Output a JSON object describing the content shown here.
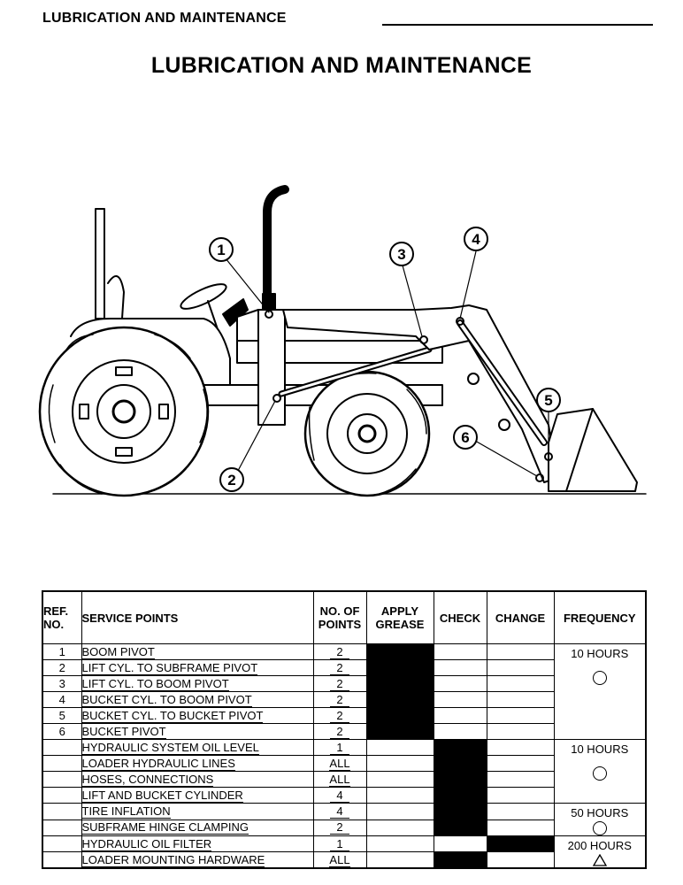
{
  "header": {
    "running_title": "LUBRICATION AND MAINTENANCE"
  },
  "title": "LUBRICATION AND MAINTENANCE",
  "diagram": {
    "callouts": [
      "1",
      "2",
      "3",
      "4",
      "5",
      "6"
    ]
  },
  "table": {
    "headers": {
      "ref": "REF. NO.",
      "service": "SERVICE POINTS",
      "points": "NO. OF POINTS",
      "grease": "APPLY GREASE",
      "check": "CHECK",
      "change": "CHANGE",
      "frequency": "FREQUENCY"
    },
    "rows": [
      {
        "ref": "1",
        "service": "BOOM PIVOT",
        "points": "2",
        "grease": true,
        "check": false,
        "change": false
      },
      {
        "ref": "2",
        "service": "LIFT CYL. TO SUBFRAME PIVOT",
        "points": "2",
        "grease": true,
        "check": false,
        "change": false
      },
      {
        "ref": "3",
        "service": "LIFT CYL. TO BOOM PIVOT",
        "points": "2",
        "grease": true,
        "check": false,
        "change": false
      },
      {
        "ref": "4",
        "service": "BUCKET CYL. TO BOOM PIVOT",
        "points": "2",
        "grease": true,
        "check": false,
        "change": false
      },
      {
        "ref": "5",
        "service": "BUCKET CYL. TO BUCKET PIVOT",
        "points": "2",
        "grease": true,
        "check": false,
        "change": false
      },
      {
        "ref": "6",
        "service": "BUCKET PIVOT",
        "points": "2",
        "grease": true,
        "check": false,
        "change": false
      },
      {
        "ref": "",
        "service": "HYDRAULIC SYSTEM OIL LEVEL",
        "points": "1",
        "grease": false,
        "check": true,
        "change": false
      },
      {
        "ref": "",
        "service": "LOADER HYDRAULIC LINES",
        "points": "ALL",
        "grease": false,
        "check": true,
        "change": false
      },
      {
        "ref": "",
        "service": "HOSES, CONNECTIONS",
        "points": "ALL",
        "grease": false,
        "check": true,
        "change": false
      },
      {
        "ref": "",
        "service": "LIFT AND BUCKET CYLINDER",
        "points": "4",
        "grease": false,
        "check": true,
        "change": false
      },
      {
        "ref": "",
        "service": "TIRE INFLATION",
        "points": "4",
        "grease": false,
        "check": true,
        "change": false
      },
      {
        "ref": "",
        "service": "SUBFRAME HINGE CLAMPING",
        "points": "2",
        "grease": false,
        "check": true,
        "change": false
      },
      {
        "ref": "",
        "service": "HYDRAULIC OIL FILTER",
        "points": "1",
        "grease": false,
        "check": false,
        "change": true
      },
      {
        "ref": "",
        "service": "LOADER MOUNTING HARDWARE",
        "points": "ALL",
        "grease": false,
        "check": true,
        "change": false
      }
    ],
    "frequency_groups": [
      {
        "label": "10 HOURS",
        "symbol": "circle-icon"
      },
      {
        "label": "10 HOURS",
        "symbol": "circle-icon"
      },
      {
        "label": "50 HOURS",
        "symbol": "circle-icon"
      },
      {
        "label": "200 HOURS",
        "symbol": "triangle-icon"
      }
    ]
  }
}
